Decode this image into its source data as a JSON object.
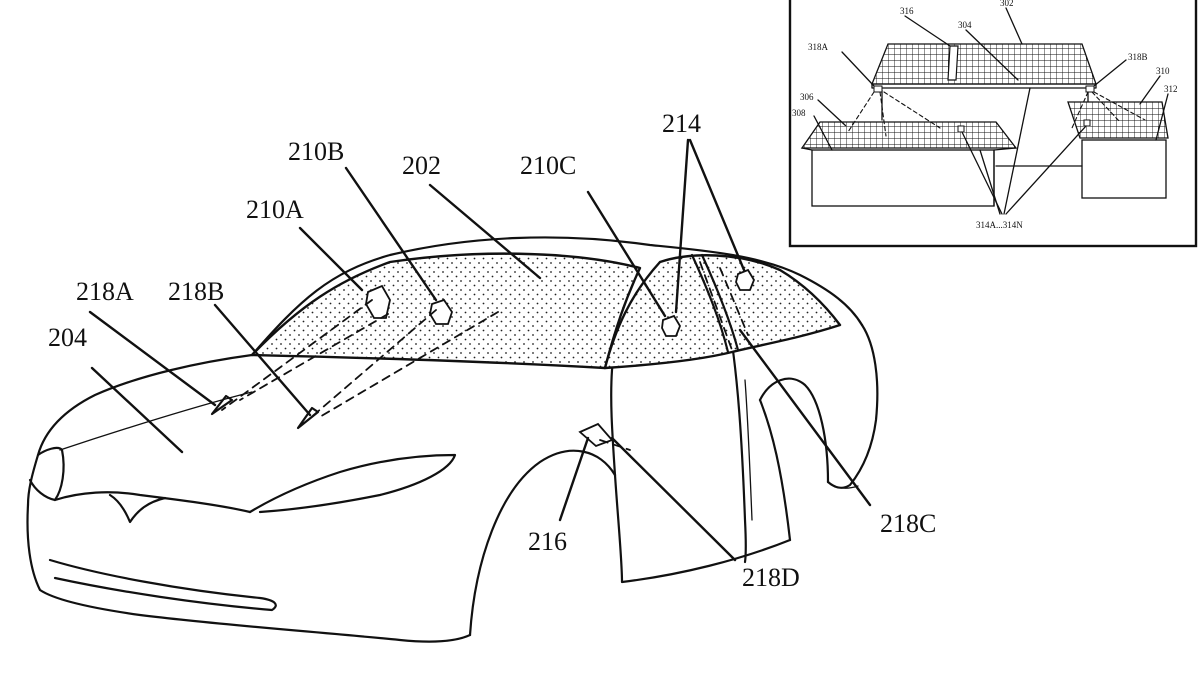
{
  "main_labels": {
    "l202": "202",
    "l204": "204",
    "l210A": "210A",
    "l210B": "210B",
    "l210C": "210C",
    "l214": "214",
    "l216": "216",
    "l218A": "218A",
    "l218B": "218B",
    "l218C": "218C",
    "l218D": "218D"
  },
  "inset_labels": {
    "l302": "302",
    "l304": "304",
    "l306": "306",
    "l308": "308",
    "l310": "310",
    "l312": "312",
    "l316": "316",
    "l318A": "318A",
    "l318B": "318B",
    "l314": "314A...314N"
  },
  "colors": {
    "ink": "#111111",
    "background": "#ffffff"
  }
}
